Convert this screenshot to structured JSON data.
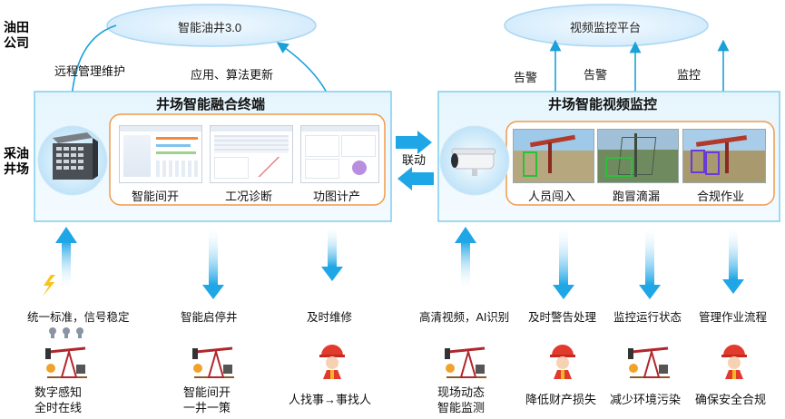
{
  "side_labels": {
    "company": "油田\n公司",
    "field": "采油\n井场"
  },
  "clouds": {
    "left": "智能油井3.0",
    "right": "视频监控平台"
  },
  "flow_labels": {
    "remote": "远程管理维护",
    "update": "应用、算法更新",
    "alarm1": "告警",
    "alarm2": "告警",
    "monitor": "监控",
    "linkage": "联动"
  },
  "boxes": {
    "left_title": "井场智能融合终端",
    "right_title": "井场智能视频监控",
    "left_items": [
      "智能间开",
      "工况诊断",
      "功图计产"
    ],
    "right_items": [
      "人员闯入",
      "跑冒滴漏",
      "合规作业"
    ]
  },
  "bottom_labels": [
    "统一标准，信号稳定",
    "智能启停井",
    "及时维修",
    "高清视频，AI识别",
    "及时警告处理",
    "监控运行状态",
    "管理作业流程"
  ],
  "results": [
    "数字感知\n全时在线",
    "智能间开\n一井一策",
    "人找事→事找人",
    "现场动态\n智能监测",
    "降低财产损失",
    "减少环境污染",
    "确保安全合规"
  ],
  "colors": {
    "accent": "#1fa6e6",
    "panel_border": "#6fc6ef",
    "inner_border": "#f19a4a",
    "cloud": "#d8eefc"
  }
}
